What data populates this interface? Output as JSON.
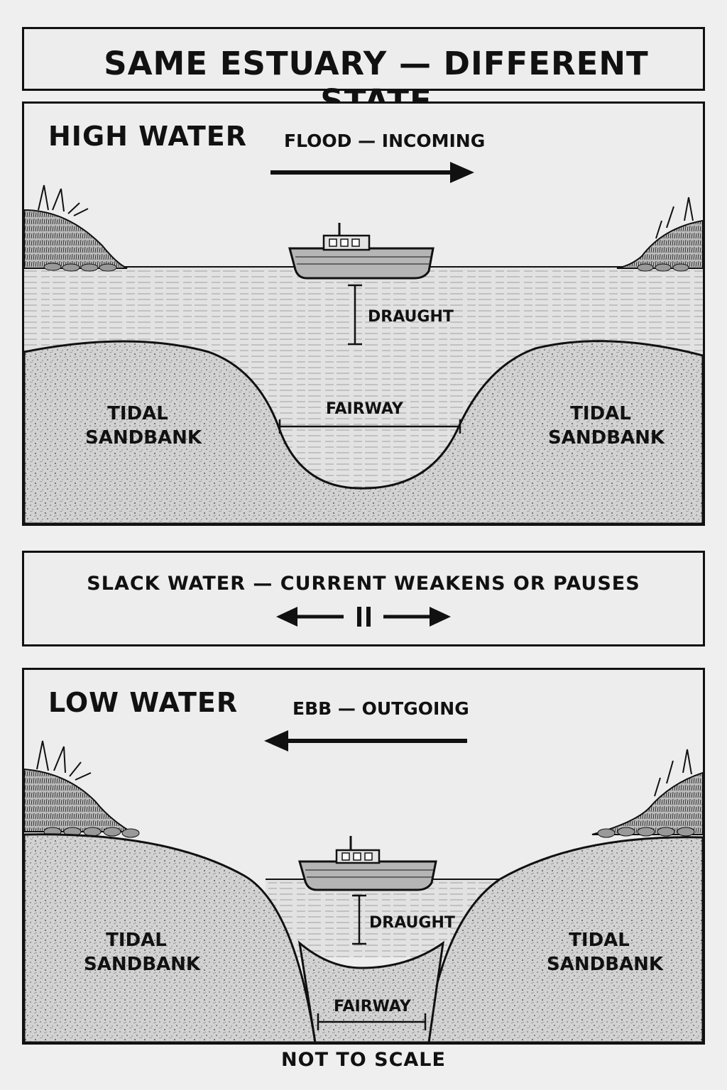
{
  "title": "SAME ESTUARY — DIFFERENT STATE",
  "high_water": {
    "title": "HIGH WATER",
    "flow_label": "FLOOD — INCOMING",
    "draught_label": "DRAUGHT",
    "fairway_label": "FAIRWAY",
    "left_bank": [
      "TIDAL",
      "SANDBANK"
    ],
    "right_bank": [
      "TIDAL",
      "SANDBANK"
    ]
  },
  "slack": {
    "label": "SLACK WATER — CURRENT WEAKENS OR PAUSES"
  },
  "low_water": {
    "title": "LOW WATER",
    "flow_label": "EBB — OUTGOING",
    "draught_label": "DRAUGHT",
    "fairway_label": "FAIRWAY",
    "left_bank": [
      "TIDAL",
      "SANDBANK"
    ],
    "right_bank": [
      "TIDAL",
      "SANDBANK"
    ]
  },
  "footer": "NOT TO SCALE",
  "colors": {
    "ink": "#111111",
    "paper": "#ededed",
    "water": "#dedede",
    "sand": "#cfcfcf"
  }
}
